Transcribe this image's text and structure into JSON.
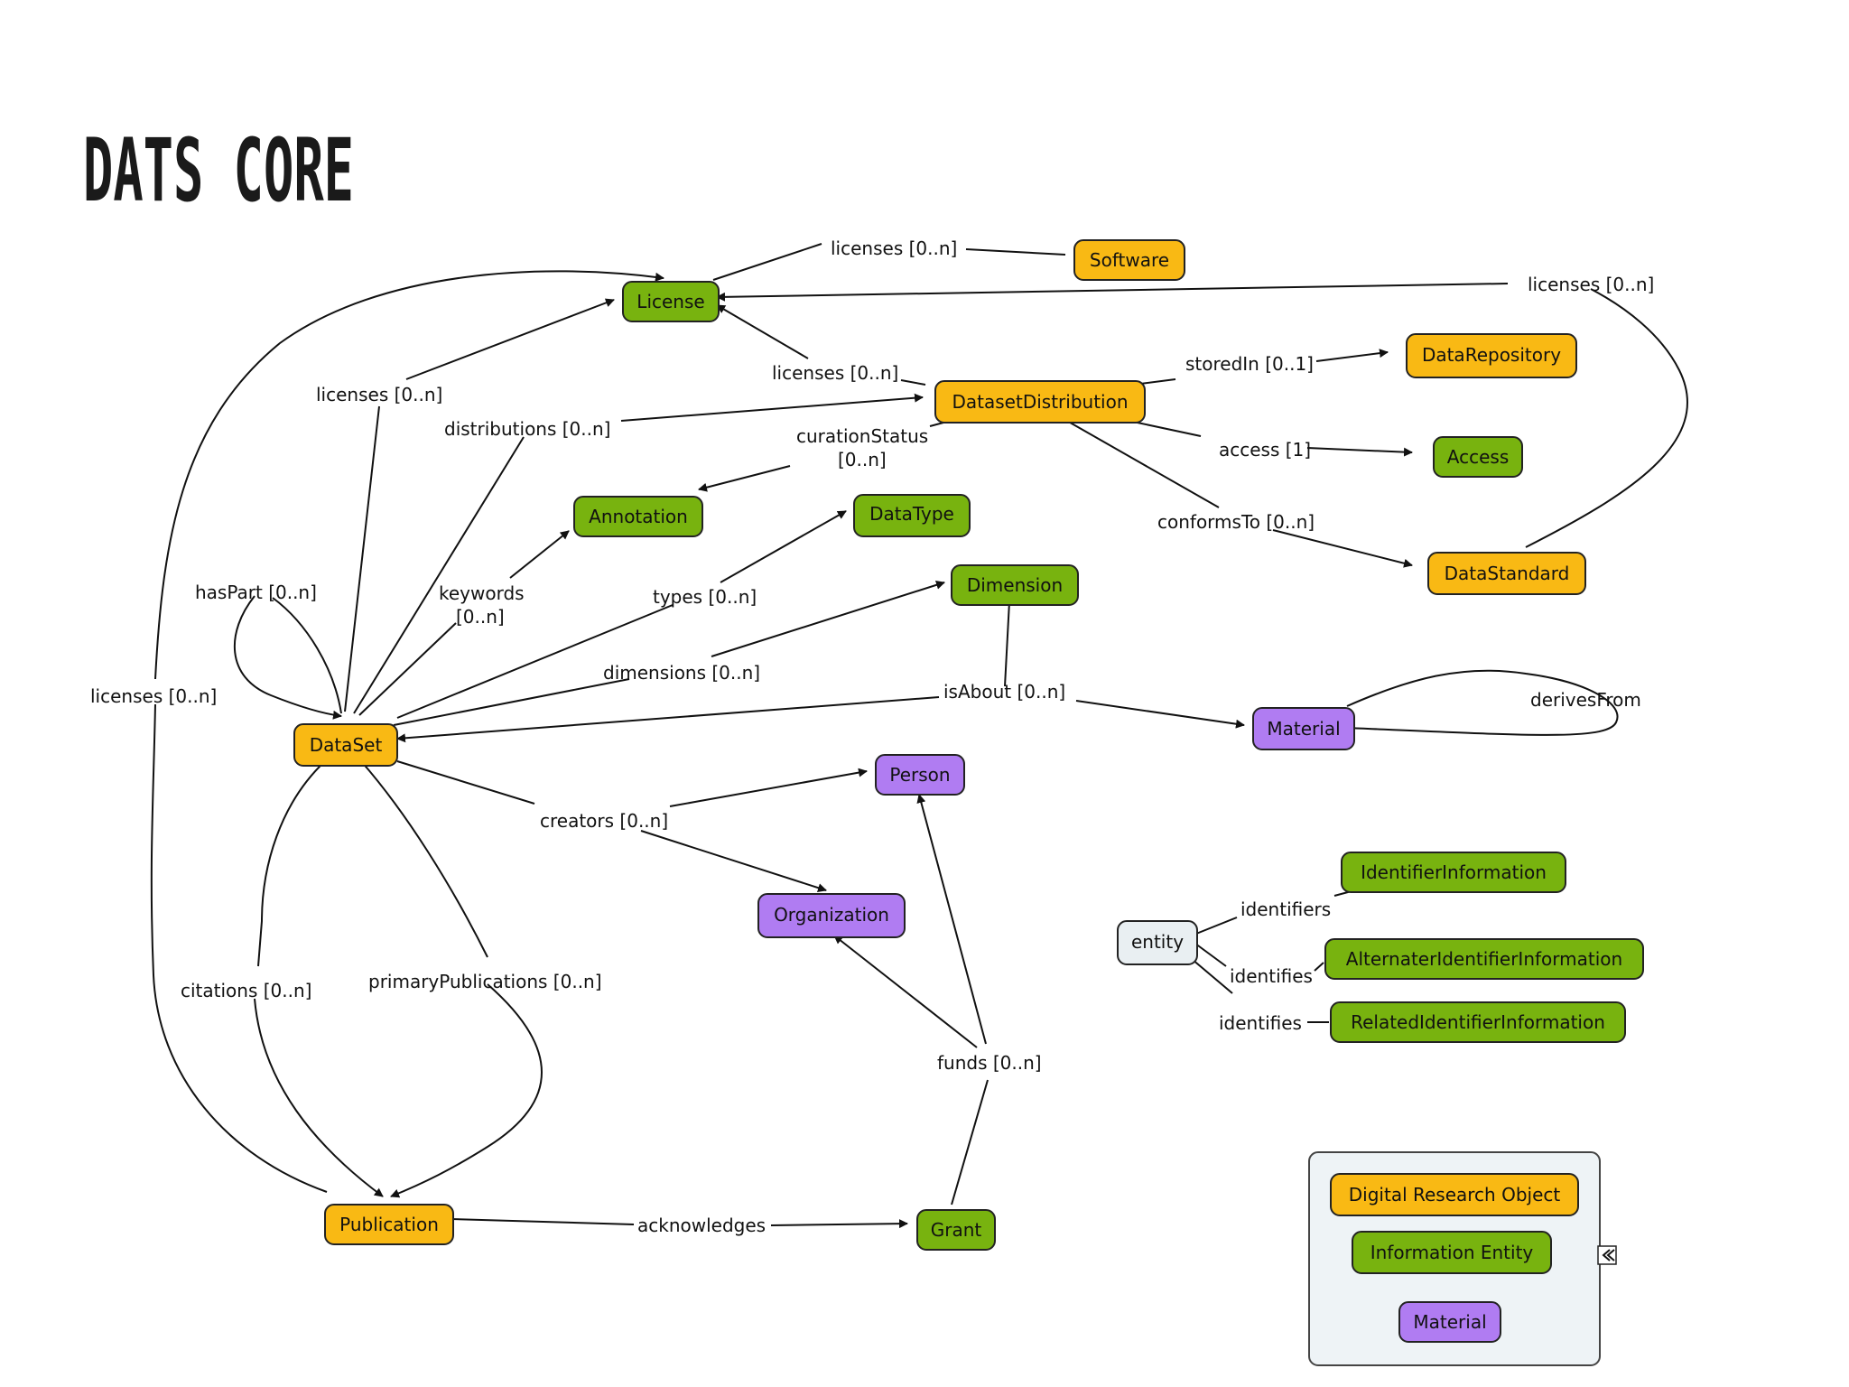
{
  "title": "DATS CORE",
  "colors": {
    "digital_research_object": "#f9b914",
    "information_entity": "#78b30f",
    "material": "#b07cf2",
    "entity": "#e9eff2",
    "legend_bg": "#eef3f6"
  },
  "nodes": {
    "license": "License",
    "software": "Software",
    "dataset_distribution": "DatasetDistribution",
    "data_repository": "DataRepository",
    "access": "Access",
    "annotation": "Annotation",
    "data_type": "DataType",
    "dimension": "Dimension",
    "data_standard": "DataStandard",
    "dataset": "DataSet",
    "material": "Material",
    "person": "Person",
    "organization": "Organization",
    "entity": "entity",
    "identifier_information": "IdentifierInformation",
    "alternate_identifier_information": "AlternaterIdentifierInformation",
    "related_identifier_information": "RelatedIdentifierInformation",
    "publication": "Publication",
    "grant": "Grant"
  },
  "edges": {
    "software_licenses": "licenses [0..n]",
    "datastandard_licenses": "licenses [0..n]",
    "distribution_licenses": "licenses [0..n]",
    "dataset_licenses": "licenses [0..n]",
    "publication_licenses": "licenses [0..n]",
    "distributions": "distributions [0..n]",
    "stored_in": "storedIn [0..1]",
    "access": "access [1]",
    "curation_status_1": "curationStatus",
    "curation_status_2": "[0..n]",
    "conforms_to": "conformsTo [0..n]",
    "has_part": "hasPart [0..n]",
    "keywords_1": "keywords",
    "keywords_2": "[0..n]",
    "types": "types [0..n]",
    "dimensions": "dimensions [0..n]",
    "is_about": "isAbout [0..n]",
    "derives_from": "derivesFrom",
    "creators": "creators [0..n]",
    "citations": "citations [0..n]",
    "primary_publications": "primaryPublications [0..n]",
    "funds": "funds [0..n]",
    "acknowledges": "acknowledges",
    "identifiers": "identifiers",
    "identifies_1": "identifies",
    "identifies_2": "identifies"
  },
  "legend": {
    "digital_research_object": "Digital Research Object",
    "information_entity": "Information Entity",
    "material": "Material",
    "collapse_icon": "double-chevron-left-icon"
  }
}
